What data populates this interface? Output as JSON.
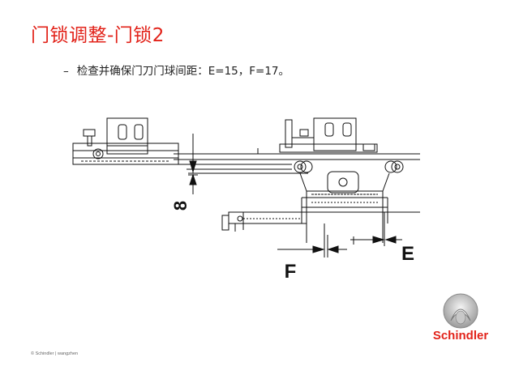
{
  "slide": {
    "title": "门锁调整-门锁2",
    "bullet_marker": "–",
    "bullet_text": "检查并确保门刀门球间距：E=15，F=17。"
  },
  "drawing": {
    "dimension_labels": {
      "vertical": "8",
      "f": "F",
      "e": "E"
    }
  },
  "logo": {
    "brand": "Schindler",
    "color": "#e2231a"
  },
  "footer": {
    "text": "© Schindler | wangzhen"
  }
}
